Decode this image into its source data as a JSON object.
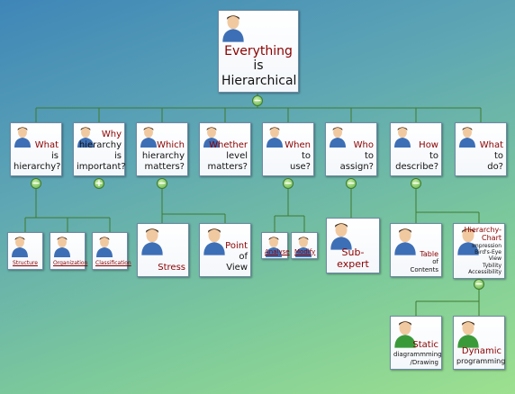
{
  "root": {
    "words": [
      "Everything",
      "is",
      "Hierarchical"
    ]
  },
  "level1": [
    {
      "id": "what",
      "words": [
        "What",
        "is",
        "hierarchy?"
      ],
      "toggle": "−"
    },
    {
      "id": "why",
      "words": [
        "Why",
        "hierarchy",
        "is",
        "important?"
      ],
      "toggle": "+"
    },
    {
      "id": "which",
      "words": [
        "Which",
        "hierarchy",
        "matters?"
      ],
      "toggle": "−"
    },
    {
      "id": "whether",
      "words": [
        "Whether",
        "level",
        "matters?"
      ],
      "toggle": ""
    },
    {
      "id": "when",
      "words": [
        "When",
        "to",
        "use?"
      ],
      "toggle": "−"
    },
    {
      "id": "who",
      "words": [
        "Who",
        "to",
        "assign?"
      ],
      "toggle": "−"
    },
    {
      "id": "how",
      "words": [
        "How",
        "to",
        "describe?"
      ],
      "toggle": "−"
    },
    {
      "id": "whatdo",
      "words": [
        "What",
        "to",
        "do?"
      ],
      "toggle": ""
    }
  ],
  "level2": {
    "structure": "Structure",
    "organization": "Organization",
    "classification": "Classification",
    "stress": "Stress",
    "point_of_view": [
      "Point",
      "of",
      "View"
    ],
    "analyse": "Analyse",
    "modify": "Modify",
    "sub_expert": "Sub-expert",
    "table_of_contents": [
      "Table",
      "of",
      "Contents"
    ],
    "hierarchy_chart": [
      "Hierarchy-Chart",
      "Impression",
      "Bird's-Eye",
      "View",
      "Tybility",
      "Accessibility"
    ]
  },
  "level3": {
    "static": [
      "Static",
      "diagrammming",
      "/Drawing"
    ],
    "dynamic": [
      "Dynamic",
      "programming"
    ]
  },
  "toggles": {
    "minus": "−",
    "plus": "+"
  },
  "colors": {
    "line": "#3f7a2f",
    "highlight": "#8b0000",
    "node_border": "#6f8aa6"
  }
}
